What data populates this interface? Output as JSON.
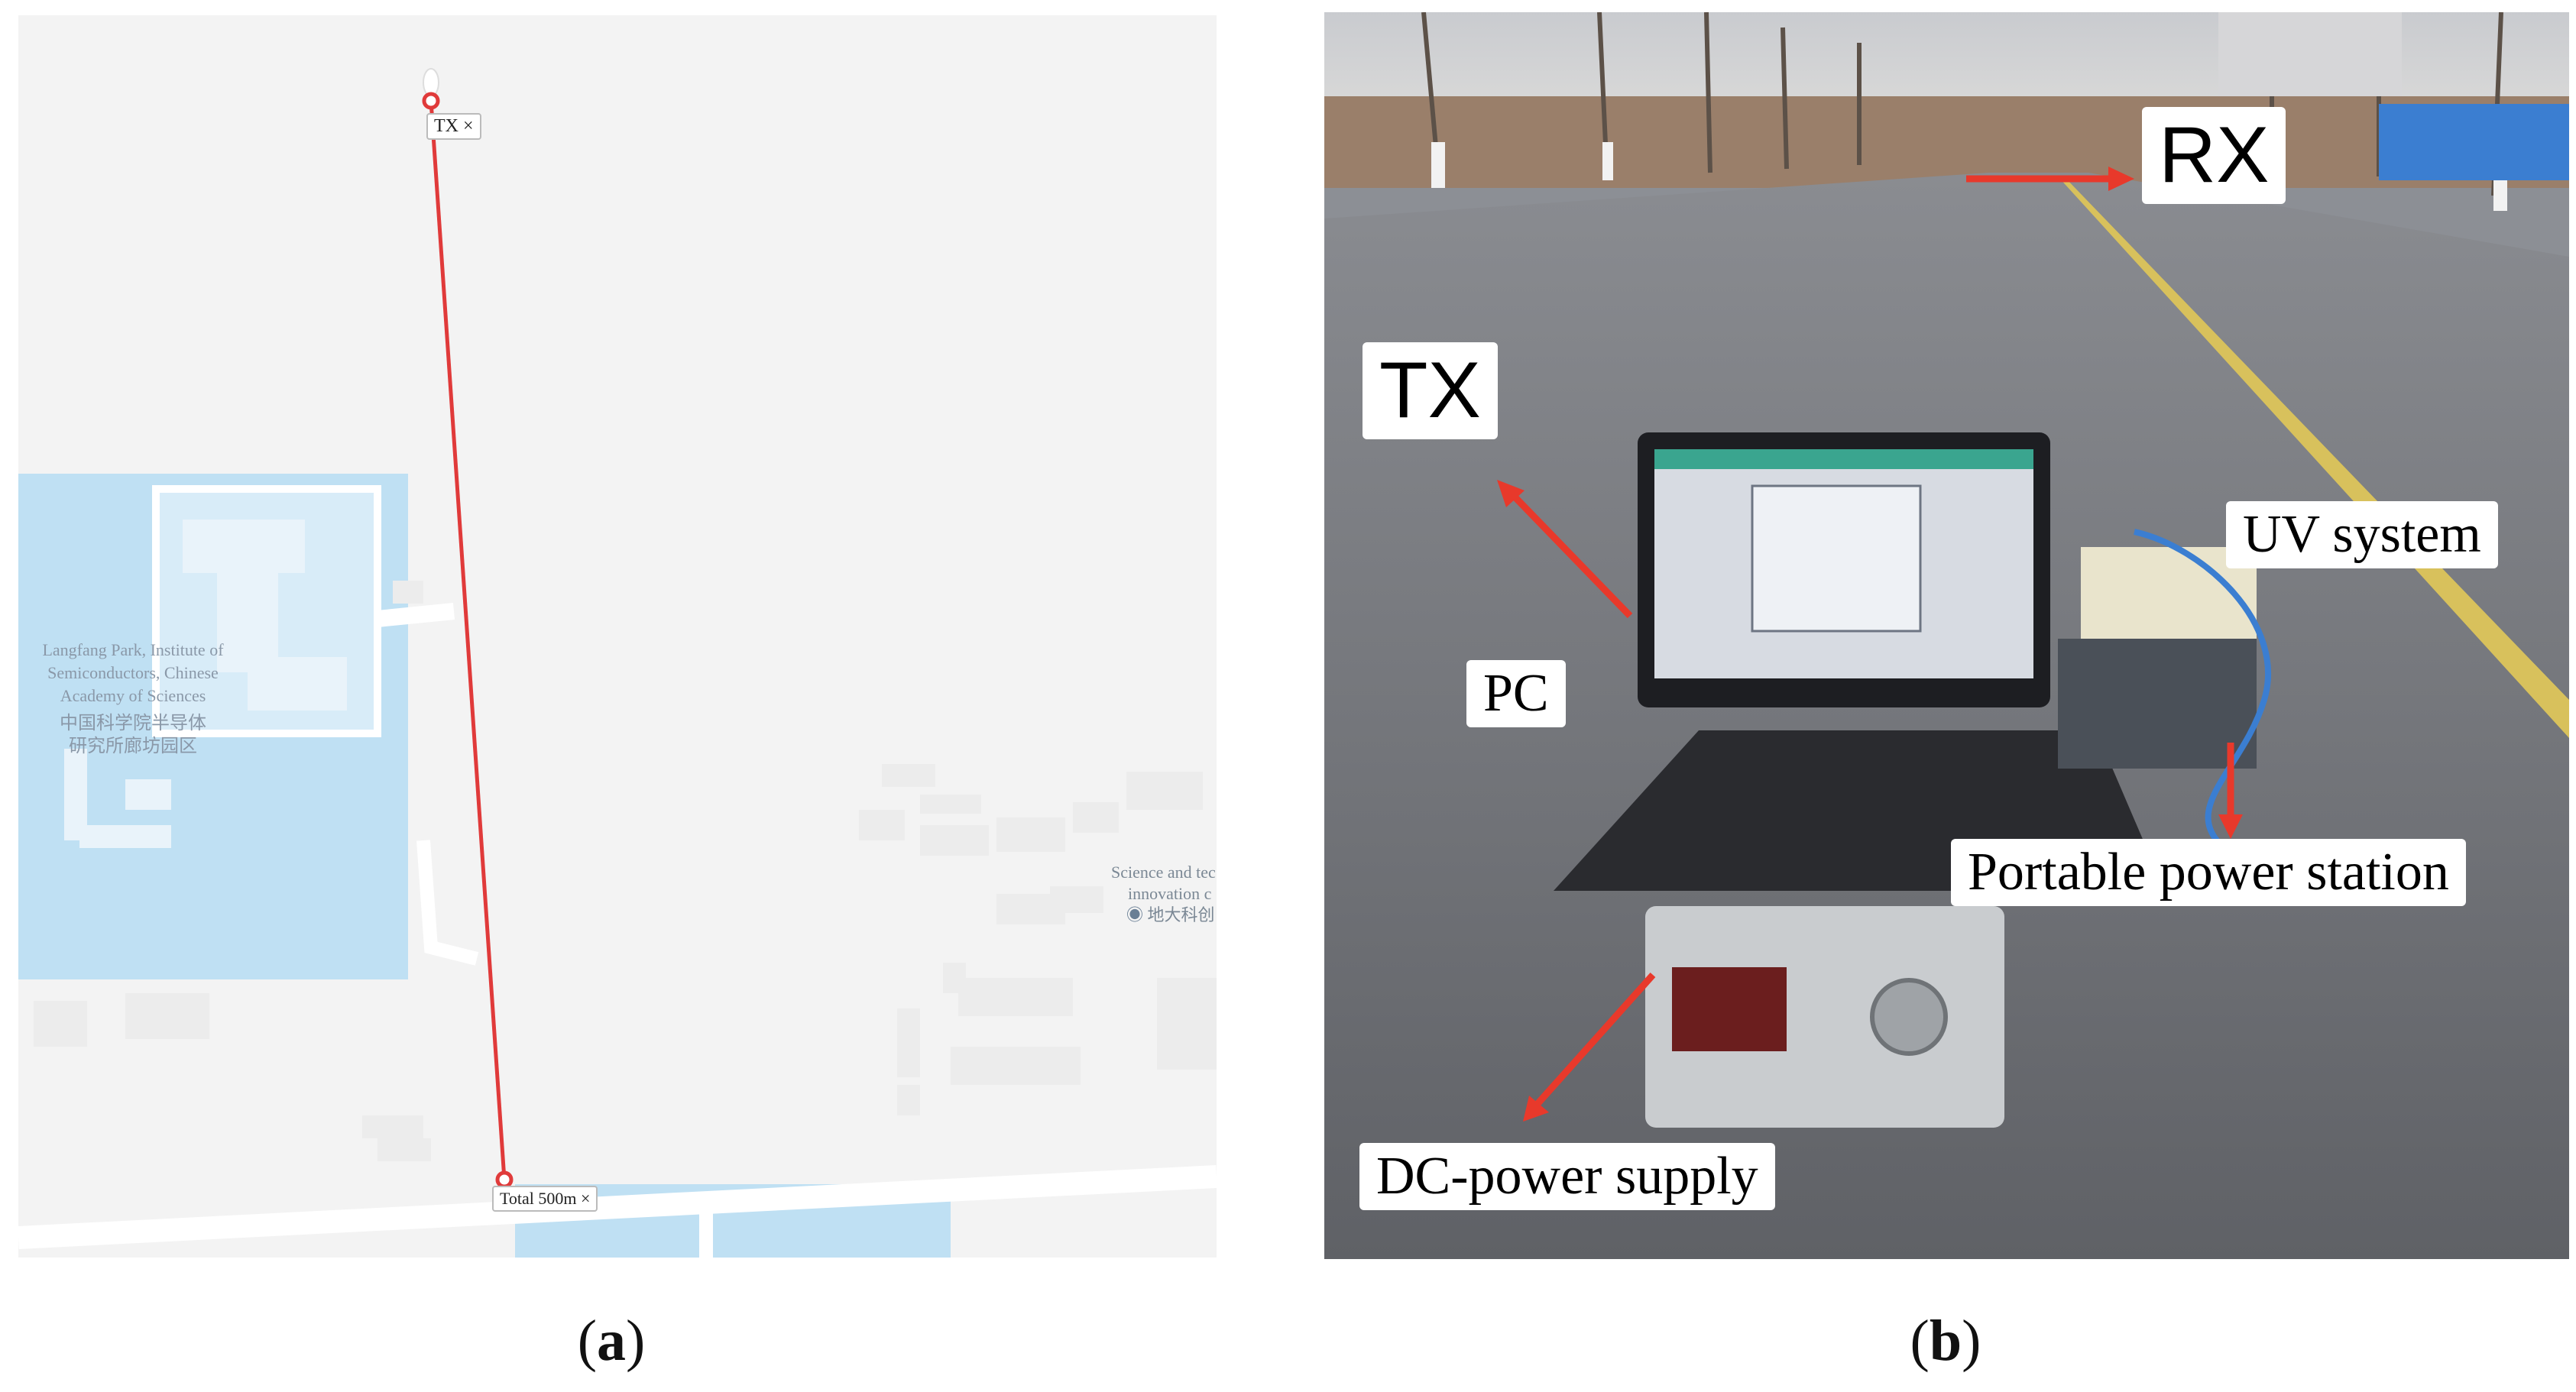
{
  "panel_a": {
    "caption_letter": "a",
    "tx_tag": "TX ×",
    "total_tag": "Total 500m ×",
    "place_label_en": [
      "Langfang Park, Institute of",
      "Semiconductors, Chinese",
      "Academy of Sciences"
    ],
    "place_label_zh": [
      "中国科学院半导体",
      "研究所廊坊园区"
    ],
    "edge_label": [
      "Science and tec",
      "innovation c",
      "地大科创"
    ],
    "route_color": "#e03a3a",
    "water_color": "#bfe0f3"
  },
  "panel_b": {
    "caption_letter": "b",
    "labels": {
      "rx": "RX",
      "tx": "TX",
      "pc": "PC",
      "uv_system": "UV system",
      "portable_power": "Portable power station",
      "dc_power": "DC-power supply"
    },
    "arrow_color": "#e8392b"
  }
}
